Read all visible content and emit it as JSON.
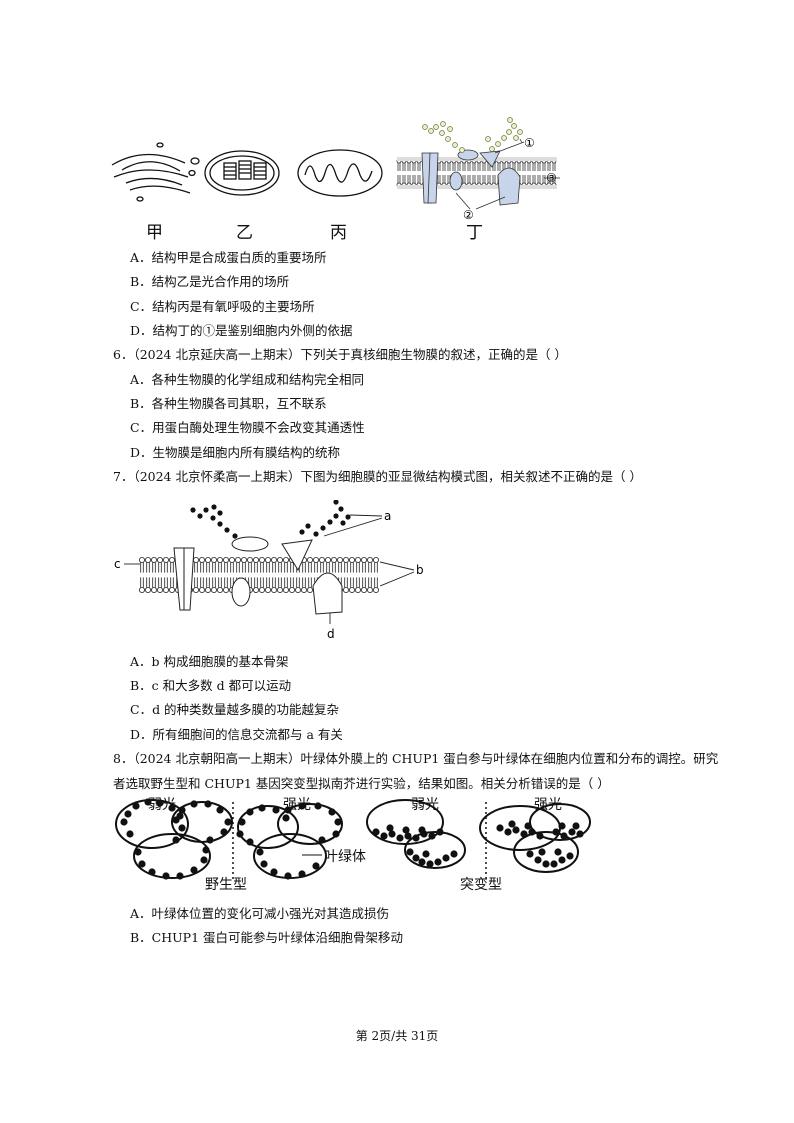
{
  "figure1": {
    "labels": [
      "甲",
      "乙",
      "丙",
      "丁"
    ],
    "markers": [
      "①",
      "②",
      "③"
    ]
  },
  "q5": {
    "options": [
      "A．结构甲是合成蛋白质的重要场所",
      "B．结构乙是光合作用的场所",
      "C．结构丙是有氧呼吸的主要场所",
      "D．结构丁的①是鉴别细胞内外侧的依据"
    ]
  },
  "q6": {
    "stem": "6．（2024 北京延庆高一上期末）下列关于真核细胞生物膜的叙述，正确的是（    ）",
    "options": [
      "A．各种生物膜的化学组成和结构完全相同",
      "B．各种生物膜各司其职，互不联系",
      "C．用蛋白酶处理生物膜不会改变其通透性",
      "D．生物膜是细胞内所有膜结构的统称"
    ]
  },
  "q7": {
    "stem": "7．（2024 北京怀柔高一上期末）下图为细胞膜的亚显微结构模式图，相关叙述不正确的是（    ）",
    "figure_labels": [
      "a",
      "b",
      "c",
      "d"
    ],
    "options": [
      "A．b 构成细胞膜的基本骨架",
      "B．c 和大多数 d 都可以运动",
      "C．d 的种类数量越多膜的功能越复杂",
      "D．所有细胞间的信息交流都与 a 有关"
    ]
  },
  "q8": {
    "stem_line1": "8．（2024 北京朝阳高一上期末）叶绿体外膜上的 CHUP1 蛋白参与叶绿体在细胞内位置和分布的调控。研究",
    "stem_line2": "者选取野生型和 CHUP1 基因突变型拟南芥进行实验，结果如图。相关分析错误的是（        ）",
    "figure": {
      "weak": "弱光",
      "strong": "强光",
      "chloroplast": "叶绿体",
      "wild": "野生型",
      "mutant": "突变型"
    },
    "options": [
      "A．叶绿体位置的变化可减小强光对其造成损伤",
      "B．CHUP1 蛋白可能参与叶绿体沿细胞骨架移动"
    ]
  },
  "footer": "第 2页/共 31页"
}
